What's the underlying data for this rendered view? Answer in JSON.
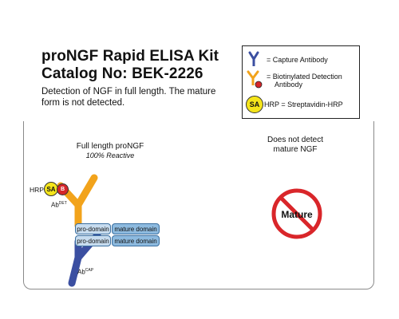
{
  "header": {
    "title_line1": "proNGF Rapid ELISA Kit",
    "title_line2": "Catalog No: BEK-2226",
    "description": "Detection of NGF in full length. The mature form is not detected."
  },
  "legend": {
    "capture_label": "= Capture Antibody",
    "biotin_label_line1": "=  Biotinylated Detection",
    "biotin_label_line2": "Antibody",
    "sa_symbol": "SA",
    "hrp_label": "HRP = Streptavidin-HRP"
  },
  "left_panel": {
    "caption": "Full length proNGF",
    "subcaption": "100% Reactive",
    "hrp": "HRP",
    "sa": "SA",
    "b": "B",
    "ab_det": "Ab",
    "ab_det_sup": "DET",
    "ab_cap": "Ab",
    "ab_cap_sup": "CAP",
    "pro_domain_1": "pro-domain",
    "mature_domain_1": "mature domain",
    "pro_domain_2": "pro-domain",
    "mature_domain_2": "mature domain"
  },
  "right_panel": {
    "caption_line1": "Does not detect",
    "caption_line2": "mature NGF",
    "mature_label": "Mature"
  },
  "colors": {
    "capture_antibody": "#3b4fa1",
    "detection_antibody": "#f2a31b",
    "streptavidin": "#f5e51b",
    "biotin": "#d6262a",
    "no_symbol": "#d9262a",
    "pro_domain": "#c7dcef",
    "mature_domain": "#8dbadf"
  }
}
